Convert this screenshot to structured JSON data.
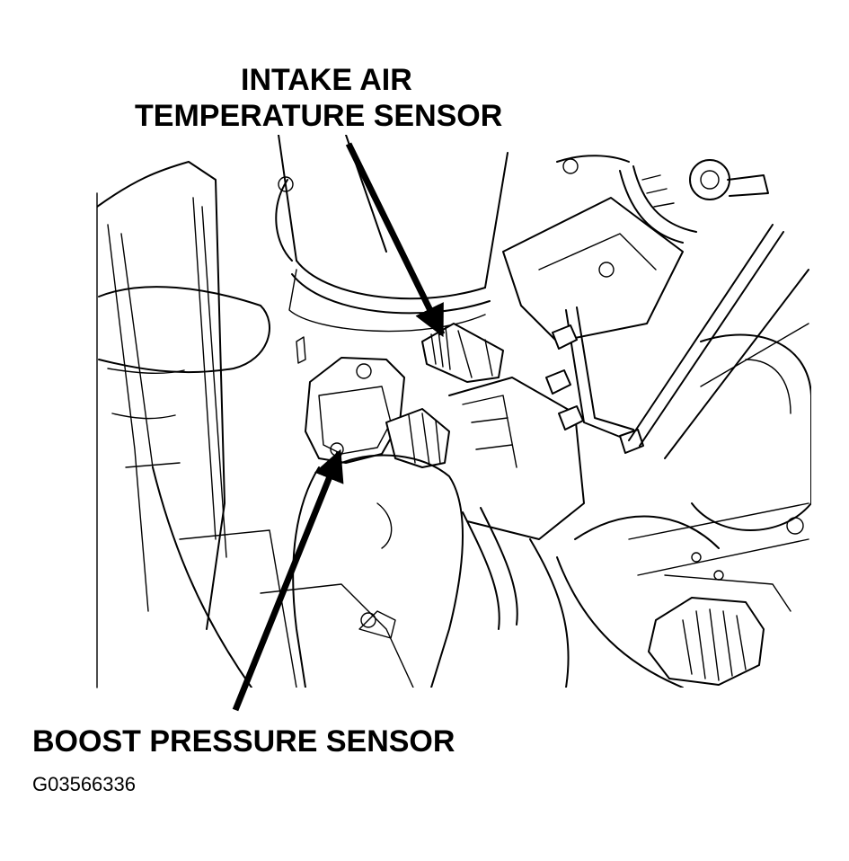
{
  "labels": {
    "intake_air_line1": "INTAKE AIR",
    "intake_air_line2": "TEMPERATURE SENSOR",
    "boost_pressure": "BOOST PRESSURE SENSOR",
    "figure_code": "G03566336"
  },
  "colors": {
    "ink": "#000000",
    "background": "#ffffff"
  }
}
